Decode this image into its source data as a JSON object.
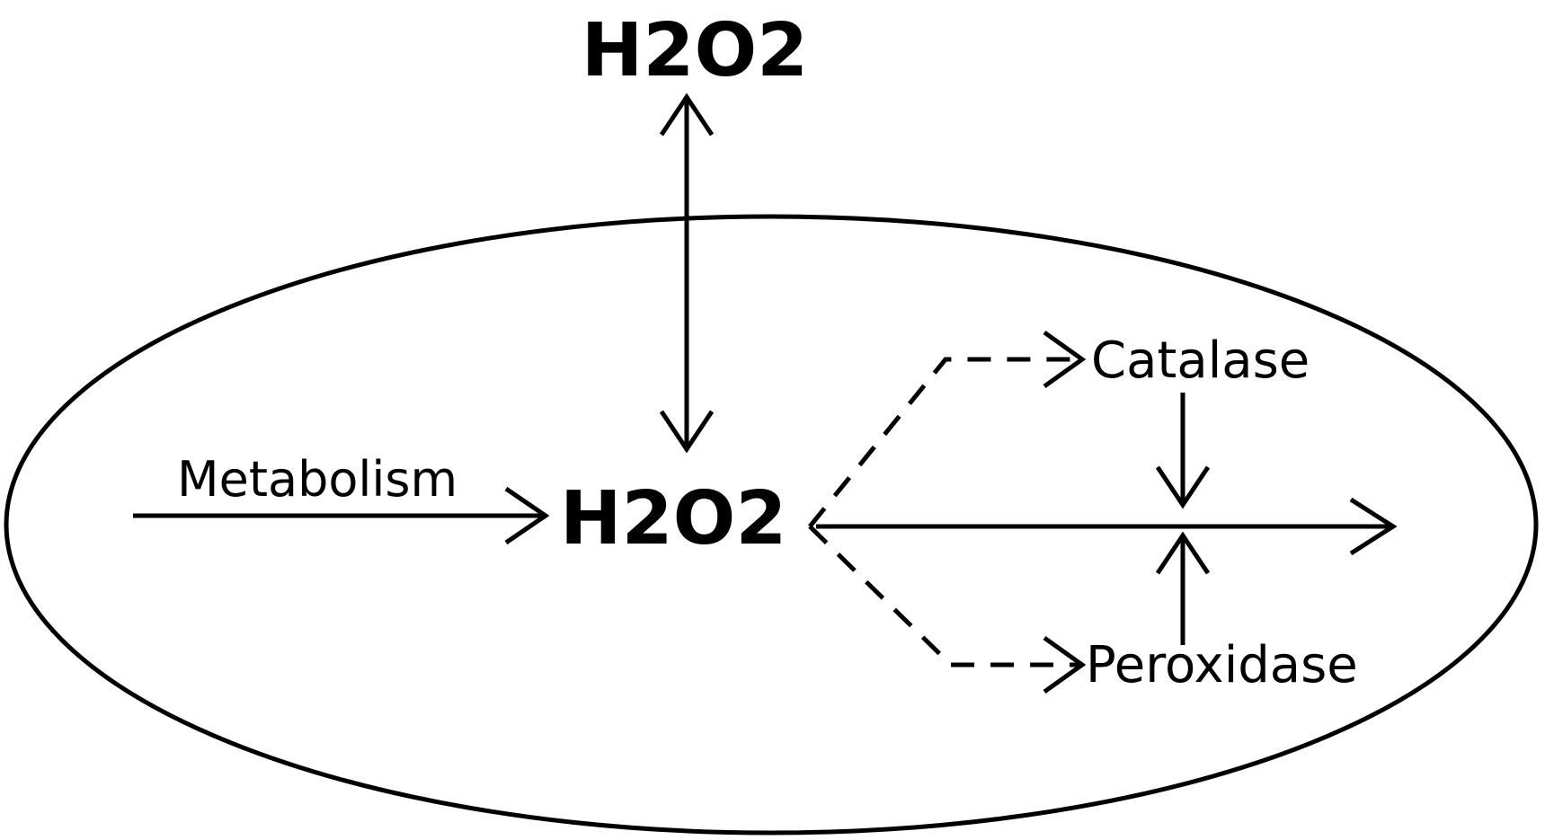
{
  "diagram": {
    "extracellular_label": "H2O2",
    "intracellular_label": "H2O2",
    "source_label": "Metabolism",
    "enzyme_top_label": "Catalase",
    "enzyme_bottom_label": "Peroxidase"
  },
  "colors": {
    "stroke": "#000000",
    "background": "#ffffff"
  }
}
